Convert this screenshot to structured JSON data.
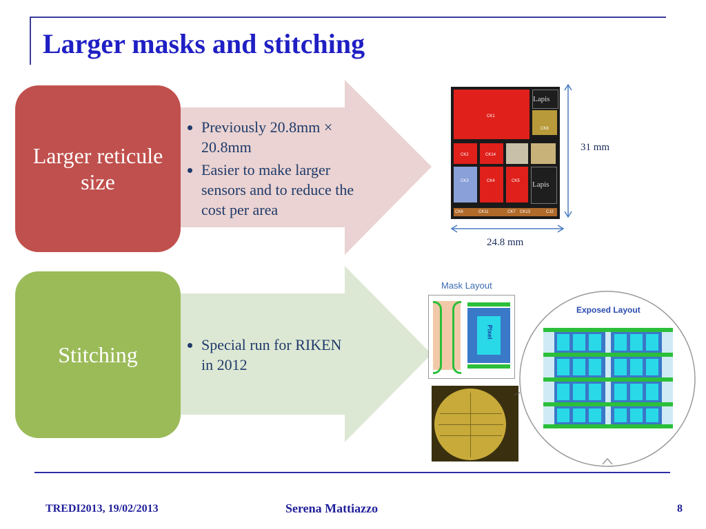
{
  "title": "Larger masks and stitching",
  "row1": {
    "box_label": "Larger reticule size",
    "bullets": [
      "Previously 20.8mm × 20.8mm",
      "Easier to make larger sensors and to reduce the cost per area"
    ],
    "chip": {
      "height_label": "31 mm",
      "width_label": "24.8 mm",
      "blocks": [
        "CK1",
        "CK8",
        "CK2",
        "CK14",
        "CK3",
        "CK4",
        "CK5",
        "CK6",
        "CK11",
        "CK7",
        "CK13",
        "CJ2"
      ],
      "lapis_top": "Lapis",
      "lapis_bottom": "Lapis"
    }
  },
  "row2": {
    "box_label": "Stitching",
    "bullets": [
      "Special run for RIKEN in 2012"
    ],
    "mask_layout_title": "Mask Layout",
    "pixel_label": "Pixel",
    "exposed_layout_title": "Exposed Layout"
  },
  "colors": {
    "red_box": "#c0504d",
    "green_box": "#9bbb59",
    "title": "#1f1fc4"
  },
  "footer": {
    "left": "TREDI2013, 19/02/2013",
    "center": "Serena Mattiazzo",
    "page": "8"
  }
}
